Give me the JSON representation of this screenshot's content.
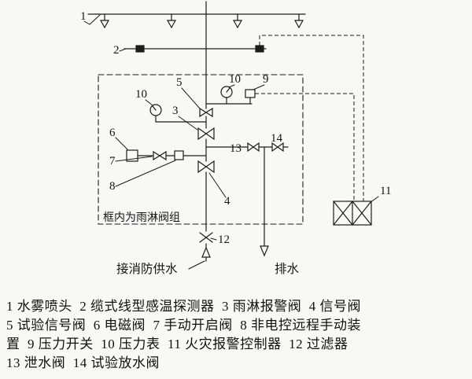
{
  "colors": {
    "ink": "#1c1c1c",
    "paper": "#f9f8f5"
  },
  "diagram": {
    "component_labels": {
      "n1": "1",
      "n2": "2",
      "n3": "3",
      "n4": "4",
      "n5": "5",
      "n6": "6",
      "n7": "7",
      "n8": "8",
      "n9": "9",
      "n10_left": "10",
      "n10_right": "10",
      "n11": "11",
      "n12": "12",
      "n13": "13",
      "n14": "14"
    },
    "annotations": {
      "frame_note": "框内为雨淋阀组",
      "supply": "接消防供水",
      "drain": "排水"
    }
  },
  "legend": {
    "lines": [
      "1 水雾喷头  2 缆式线型感温探测器  3 雨淋报警阀  4 信号阀",
      "5 试验信号阀  6 电磁阀  7 手动开启阀  8 非电控远程手动装",
      "置  9 压力开关  10 压力表  11 火灾报警控制器  12 过滤器",
      "13 泄水阀  14 试验放水阀"
    ]
  }
}
